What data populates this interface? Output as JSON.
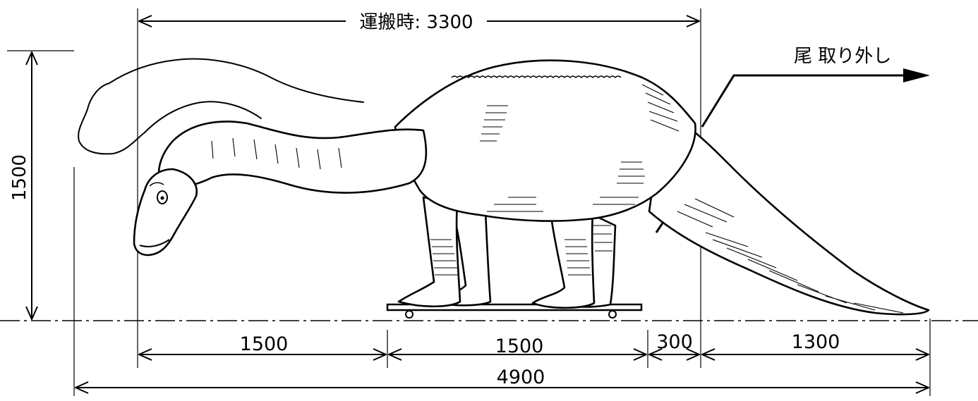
{
  "diagram": {
    "transport_label": "運搬時: 3300",
    "tail_label": "尾  取り外し",
    "height_label": "1500",
    "segments": {
      "front": "1500",
      "middle": "1500",
      "gap": "300",
      "tail": "1300"
    },
    "total_length": "4900"
  }
}
